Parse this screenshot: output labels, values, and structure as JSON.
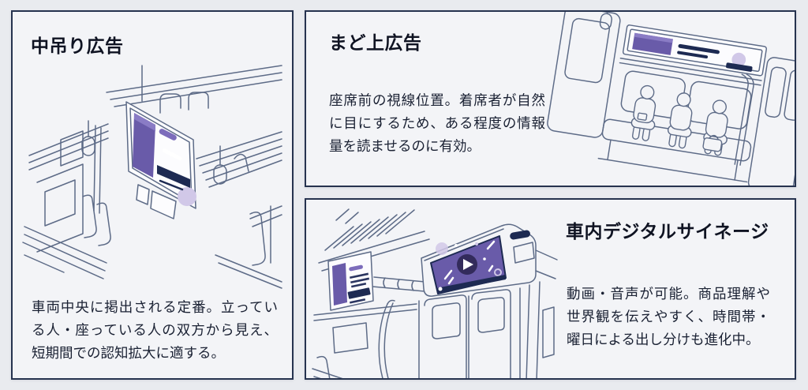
{
  "page": {
    "background": "#e9ebef",
    "description_language": "ja"
  },
  "style": {
    "panel_background": "#f3f4f7",
    "panel_border": "#26334f",
    "line_art_color": "#5d6b87",
    "accent_purple": "#695ba9",
    "accent_purple_light": "#8a7cc5",
    "accent_navy": "#1d2a52",
    "accent_lavender": "#d1c8e8",
    "title_color": "#0f1322",
    "body_color": "#1a2133"
  },
  "panels": {
    "nakazuri": {
      "title": "中吊り広告",
      "body": "車両中央に掲出される定番。立っている人・座っている人の双方から見え、短期間での認知拡大に適する。",
      "illustration": "train-interior-hanging-poster"
    },
    "madoue": {
      "title": "まど上広告",
      "body": "座席前の視線位置。着席者が自然に目にするため、ある程度の情報量を読ませるのに有効。",
      "illustration": "train-seats-above-window-ad"
    },
    "signage": {
      "title": "車内デジタルサイネージ",
      "body": "動画・音声が可能。商品理解や世界観を伝えやすく、時間帯・曜日による出し分けも進化中。",
      "illustration": "train-door-digital-signage"
    }
  }
}
